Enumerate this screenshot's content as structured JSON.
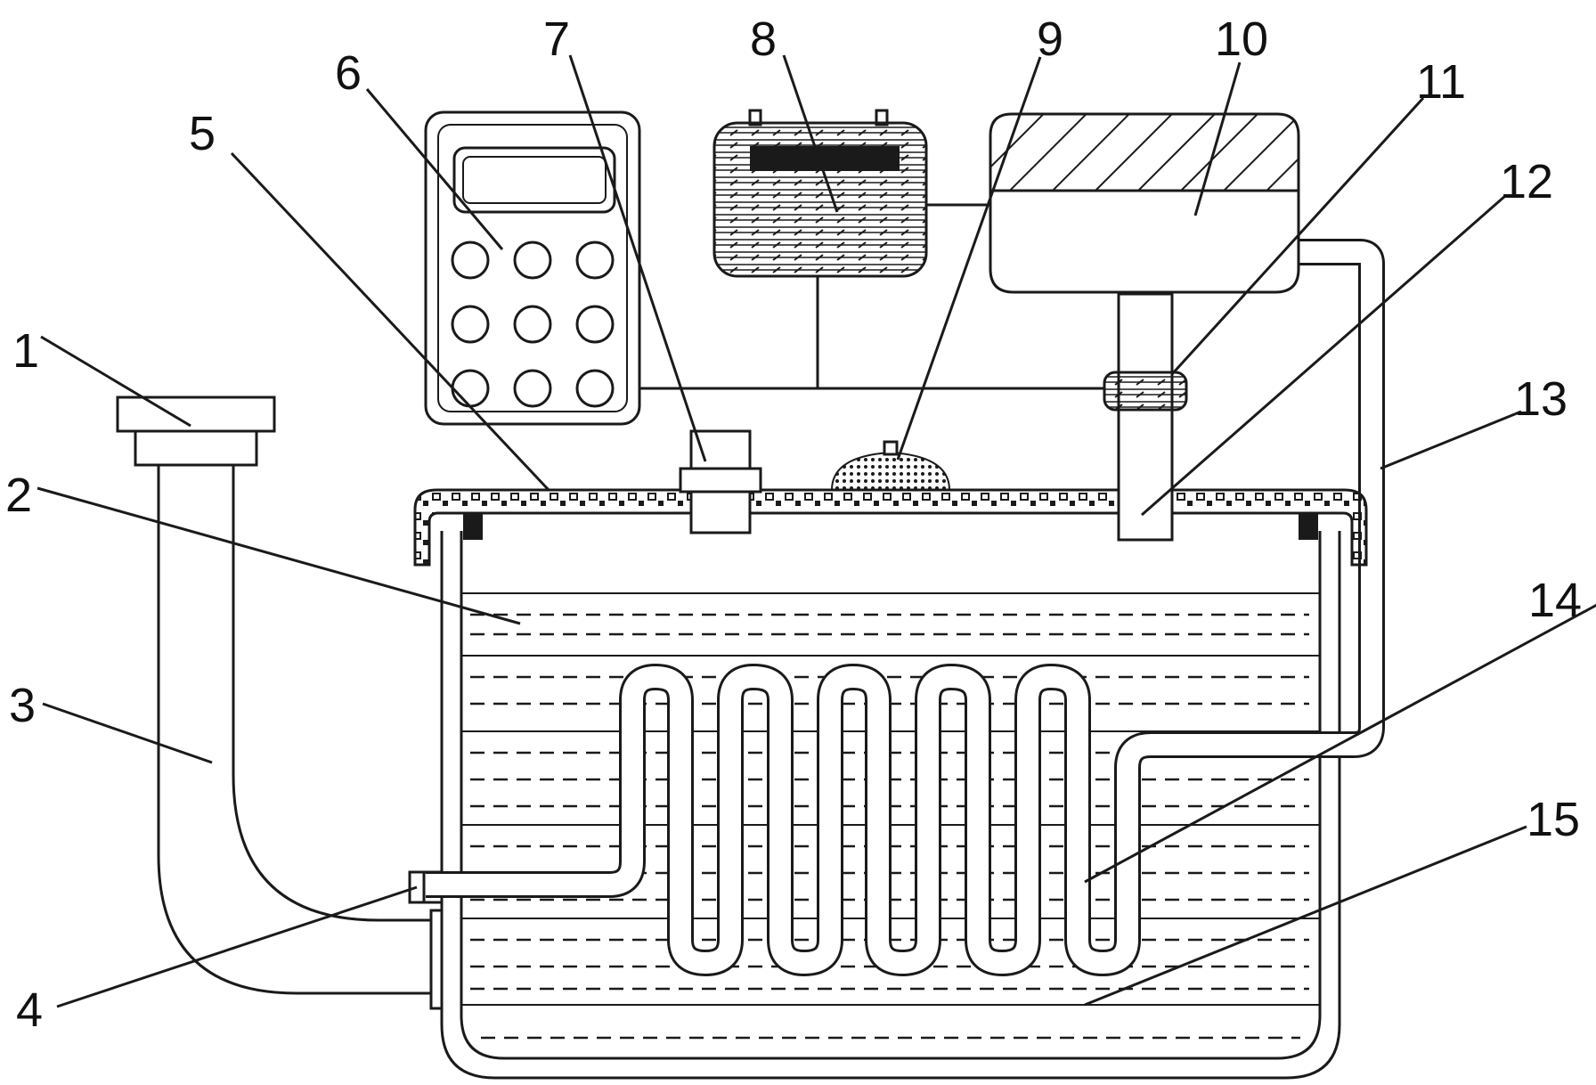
{
  "callouts": [
    {
      "label": "1"
    },
    {
      "label": "2"
    },
    {
      "label": "3"
    },
    {
      "label": "4"
    },
    {
      "label": "5"
    },
    {
      "label": "6"
    },
    {
      "label": "7"
    },
    {
      "label": "8"
    },
    {
      "label": "9"
    },
    {
      "label": "10"
    },
    {
      "label": "11"
    },
    {
      "label": "12"
    },
    {
      "label": "13"
    },
    {
      "label": "14"
    },
    {
      "label": "15"
    }
  ],
  "colors": {
    "line": "#1a1a1a",
    "background": "#ffffff"
  }
}
